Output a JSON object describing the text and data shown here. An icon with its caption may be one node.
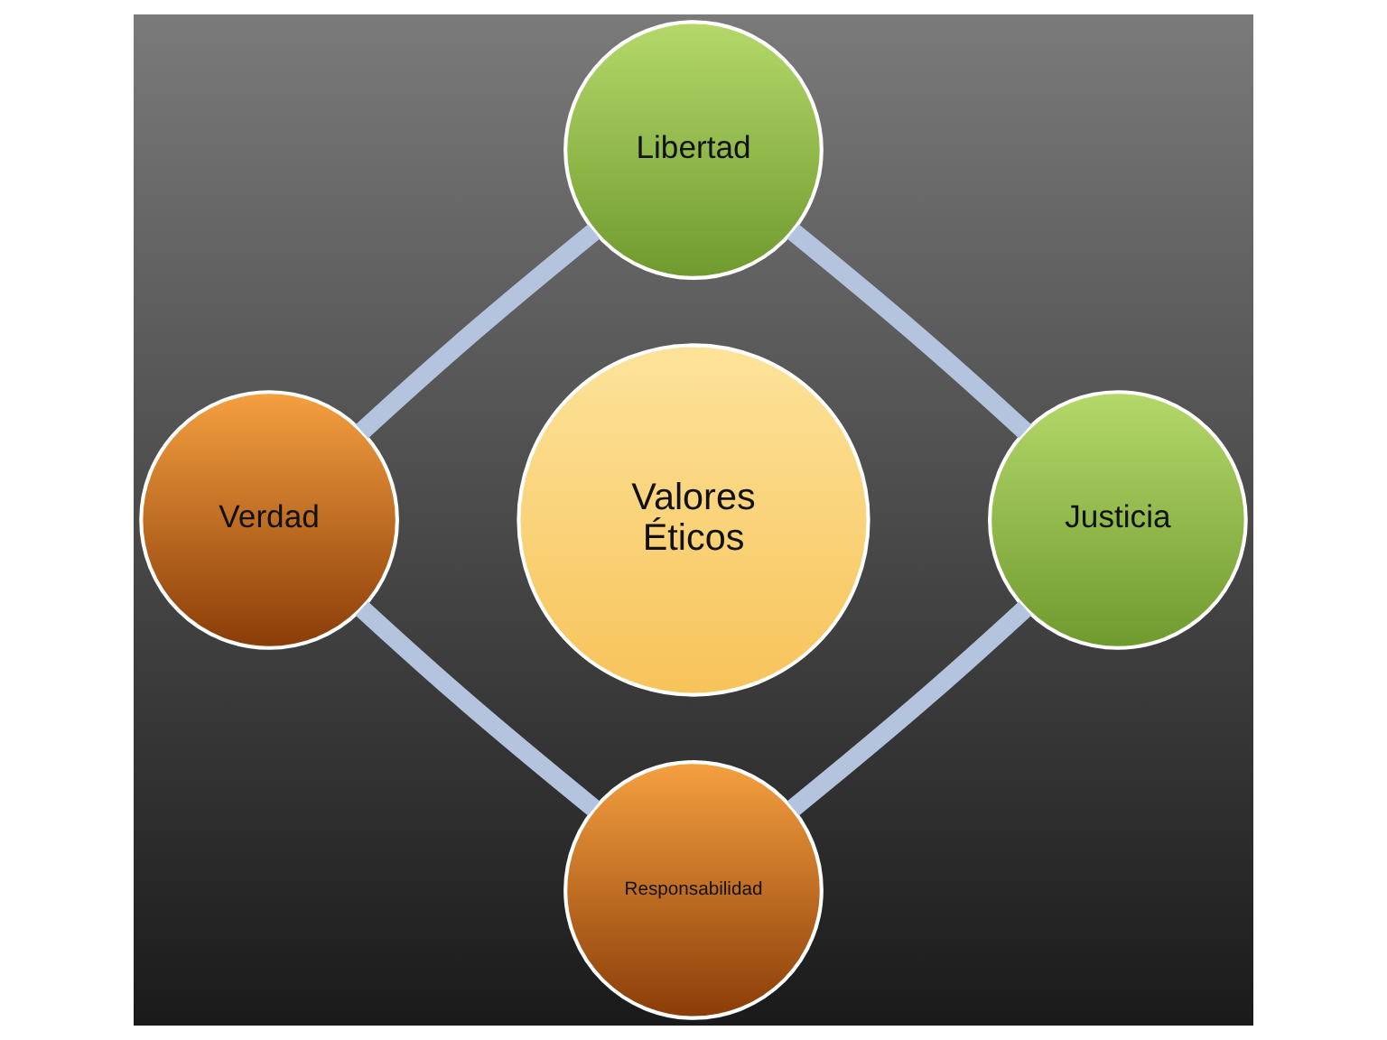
{
  "diagram": {
    "nodes": [
      {
        "text": [
          "Valores Éticos"
        ]
      },
      {
        "text": [
          "Libertad"
        ]
      },
      {
        "text": [
          "Justicia"
        ]
      },
      {
        "text": [
          "Responsabilidad"
        ]
      },
      {
        "text": [
          "Verdad"
        ]
      }
    ],
    "edges": [
      {
        "from": 1,
        "to": 2,
        "arrow": "none"
      },
      {
        "from": 2,
        "to": 3,
        "arrow": "none"
      },
      {
        "from": 3,
        "to": 4,
        "arrow": "none"
      },
      {
        "from": 4,
        "to": 1,
        "arrow": "none"
      }
    ]
  }
}
